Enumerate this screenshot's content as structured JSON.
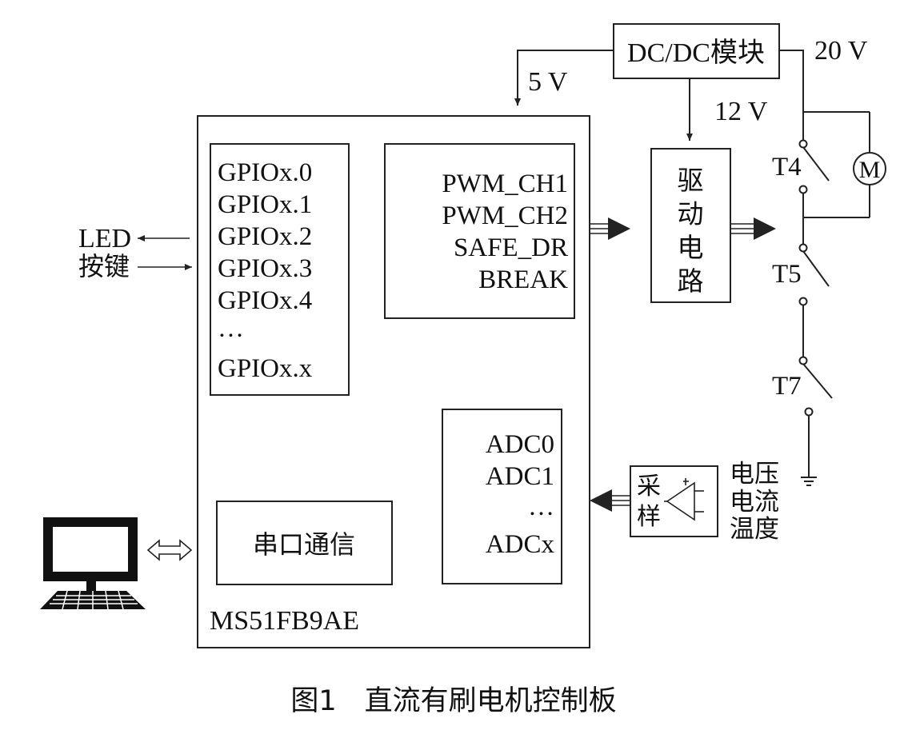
{
  "supply": {
    "dcdc_label": "DC/DC模块",
    "input_voltage": "20 V",
    "mcu_voltage": "5 V",
    "driver_voltage": "12 V"
  },
  "mcu": {
    "name": "MS51FB9AE",
    "gpio_lines": [
      "GPIOx.0",
      "GPIOx.1",
      "GPIOx.2",
      "GPIOx.3",
      "GPIOx.4",
      "…",
      "GPIOx.x"
    ],
    "pwm_lines": [
      "PWM_CH1",
      "PWM_CH2",
      "SAFE_DR",
      "BREAK"
    ],
    "adc_lines": [
      "ADC0",
      "ADC1",
      "…",
      "ADCx"
    ],
    "uart_label": "串口通信"
  },
  "io": {
    "led_label": "LED",
    "key_label": "按键"
  },
  "driver": {
    "chars": [
      "驱",
      "动",
      "电",
      "路"
    ]
  },
  "switches": {
    "t4": "T4",
    "t5": "T5",
    "t7": "T7",
    "motor": "M"
  },
  "sampling": {
    "chars": [
      "采",
      "样"
    ],
    "signals": [
      "电压",
      "电流",
      "温度"
    ]
  },
  "caption": "图1　直流有刷电机控制板"
}
